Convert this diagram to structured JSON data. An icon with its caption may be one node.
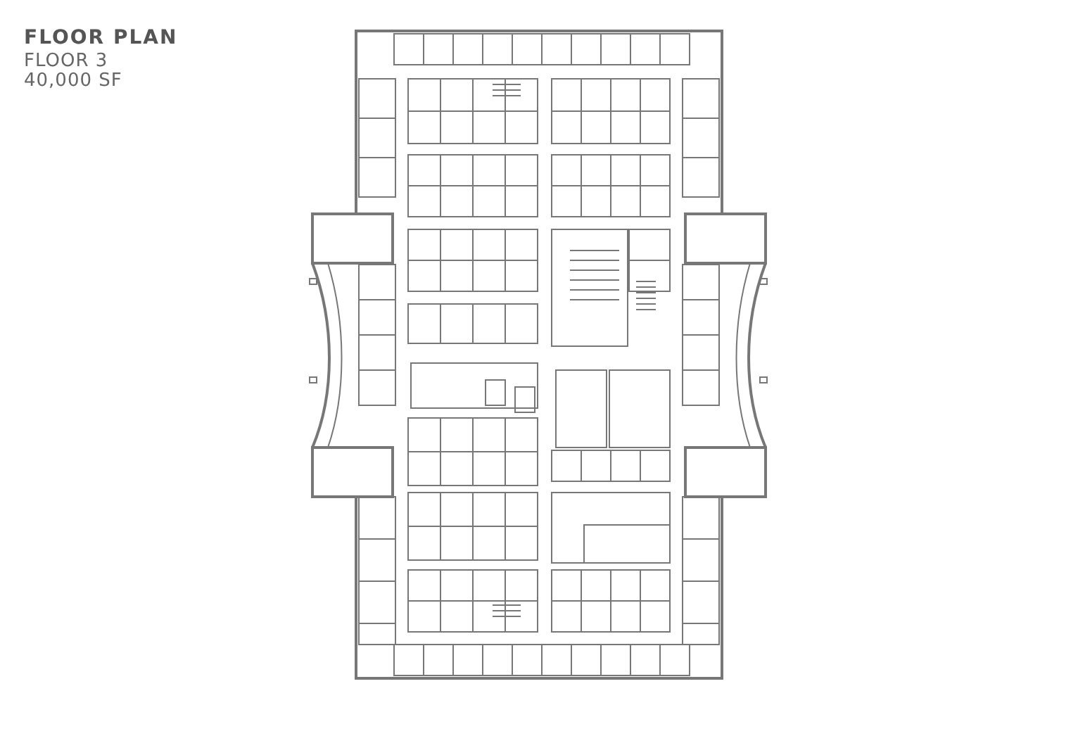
{
  "diagram": {
    "title": "FLOOR PLAN",
    "labels": [
      "FLOOR 3",
      "40,000 SF"
    ]
  }
}
